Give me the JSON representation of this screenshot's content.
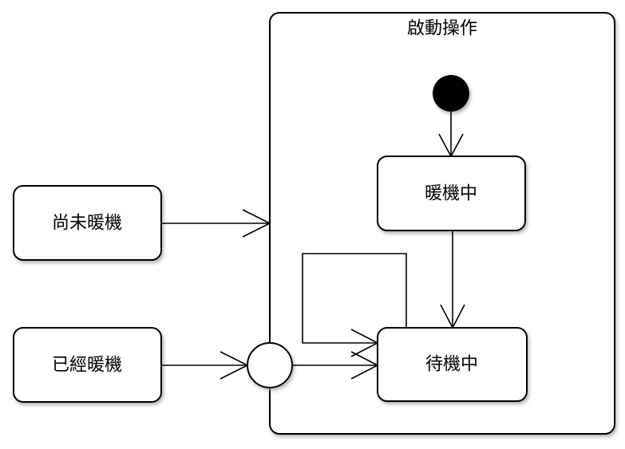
{
  "composite_state": {
    "title": "啟動操作"
  },
  "states": {
    "warming": "暖機中",
    "standby": "待機中",
    "not_warmed": "尚未暖機",
    "already_warmed": "已經暖機"
  },
  "colors": {
    "stroke": "#000000",
    "background": "#ffffff",
    "shadow": "#999999"
  }
}
